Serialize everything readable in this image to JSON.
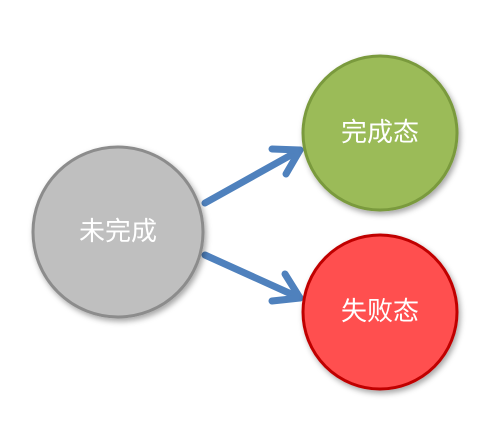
{
  "nodes": {
    "incomplete": {
      "label": "未完成",
      "fill": "#bfbfbf",
      "stroke": "#8c8c8c"
    },
    "completed": {
      "label": "完成态",
      "fill": "#9bbb59",
      "stroke": "#7a9a3d"
    },
    "failed": {
      "label": "失败态",
      "fill": "#ff5050",
      "stroke": "#c00000"
    }
  },
  "edges": [
    {
      "from": "incomplete",
      "to": "completed",
      "color": "#4f81bd"
    },
    {
      "from": "incomplete",
      "to": "failed",
      "color": "#4f81bd"
    }
  ]
}
